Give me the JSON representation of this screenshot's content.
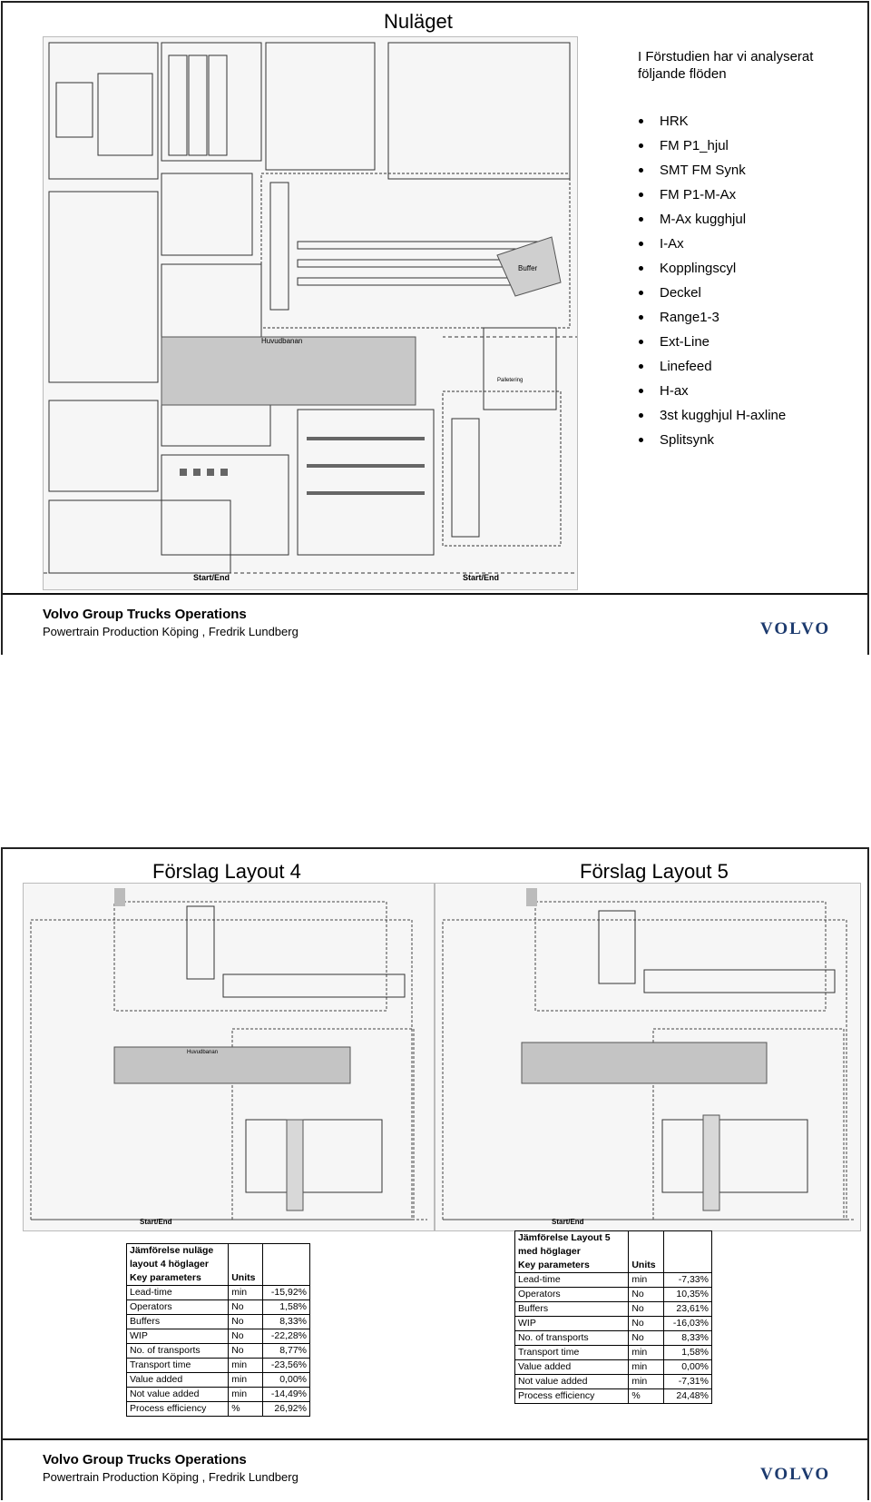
{
  "slide1": {
    "title": "Nuläget",
    "intro": "I Förstudien har vi analyserat följande flöden",
    "flows": [
      "HRK",
      "FM P1_hjul",
      "SMT FM Synk",
      "FM P1-M-Ax",
      "M-Ax kugghjul",
      "I-Ax",
      "Kopplingscyl",
      "Deckel",
      "Range1-3",
      "Ext-Line",
      "Linefeed",
      "H-ax",
      "3st kugghjul H-axline",
      "Splitsynk"
    ],
    "plan_labels": {
      "buffer": "Buffer",
      "hovedbanan": "Huvudbanan",
      "pallet": "Palletering",
      "start_end_left": "Start/End",
      "start_end_right": "Start/End"
    }
  },
  "slide2": {
    "title_a": "Förslag Layout 4",
    "title_b": "Förslag Layout 5",
    "plan_labels": {
      "hovedbanan": "Huvudbanan",
      "start_end": "Start/End",
      "start_end_b": "Start/End"
    },
    "table_a": {
      "title_line1": "Jämförelse nuläge",
      "title_line2": "layout 4 höglager",
      "col_param": "Key parameters",
      "col_units": "Units",
      "rows": [
        {
          "p": "Lead-time",
          "u": "min",
          "v": "-15,92%"
        },
        {
          "p": "Operators",
          "u": "No",
          "v": "1,58%"
        },
        {
          "p": "Buffers",
          "u": "No",
          "v": "8,33%"
        },
        {
          "p": "WIP",
          "u": "No",
          "v": "-22,28%"
        },
        {
          "p": "No. of transports",
          "u": "No",
          "v": "8,77%"
        },
        {
          "p": "Transport time",
          "u": "min",
          "v": "-23,56%"
        },
        {
          "p": "Value added",
          "u": "min",
          "v": "0,00%"
        },
        {
          "p": "Not value added",
          "u": "min",
          "v": "-14,49%"
        },
        {
          "p": "Process efficiency",
          "u": "%",
          "v": "26,92%"
        }
      ]
    },
    "table_b": {
      "title_line1": "Jämförelse Layout 5",
      "title_line2": "med höglager",
      "col_param": "Key parameters",
      "col_units": "Units",
      "rows": [
        {
          "p": "Lead-time",
          "u": "min",
          "v": "-7,33%"
        },
        {
          "p": "Operators",
          "u": "No",
          "v": "10,35%"
        },
        {
          "p": "Buffers",
          "u": "No",
          "v": "23,61%"
        },
        {
          "p": "WIP",
          "u": "No",
          "v": "-16,03%"
        },
        {
          "p": "No. of transports",
          "u": "No",
          "v": "8,33%"
        },
        {
          "p": "Transport time",
          "u": "min",
          "v": "1,58%"
        },
        {
          "p": "Value added",
          "u": "min",
          "v": "0,00%"
        },
        {
          "p": "Not value added",
          "u": "min",
          "v": "-7,31%"
        },
        {
          "p": "Process efficiency",
          "u": "%",
          "v": "24,48%"
        }
      ]
    }
  },
  "footer": {
    "org": "Volvo Group Trucks Operations",
    "sub": "Powertrain Production Köping , Fredrik Lundberg",
    "logo": "VOLVO"
  }
}
